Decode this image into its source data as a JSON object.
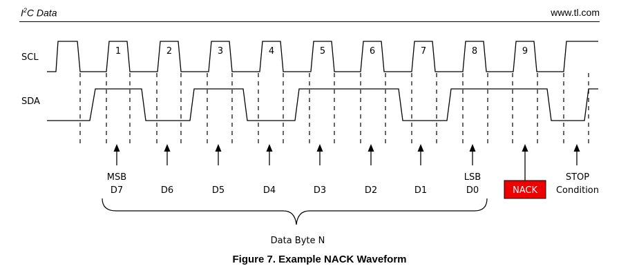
{
  "header": {
    "title_prefix": "I",
    "title_sup": "2",
    "title_rest": "C Data",
    "url": "www.tl.com"
  },
  "signals": {
    "scl": "SCL",
    "sda": "SDA"
  },
  "clock_numbers": [
    "1",
    "2",
    "3",
    "4",
    "5",
    "6",
    "7",
    "8",
    "9"
  ],
  "bits": [
    {
      "top": "MSB",
      "bottom": "D7"
    },
    {
      "top": "",
      "bottom": "D6"
    },
    {
      "top": "",
      "bottom": "D5"
    },
    {
      "top": "",
      "bottom": "D4"
    },
    {
      "top": "",
      "bottom": "D3"
    },
    {
      "top": "",
      "bottom": "D2"
    },
    {
      "top": "",
      "bottom": "D1"
    },
    {
      "top": "LSB",
      "bottom": "D0"
    }
  ],
  "nack": {
    "label": "NACK",
    "color": "#ee0000"
  },
  "stop": {
    "line1": "STOP",
    "line2": "Condition"
  },
  "byte_label": "Data Byte N",
  "caption": "Figure 7. Example NACK Waveform",
  "sda_levels": [
    {
      "segment": "start",
      "level": "low"
    },
    {
      "segment": "D7",
      "level": "high"
    },
    {
      "segment": "D6",
      "level": "low"
    },
    {
      "segment": "D5",
      "level": "high"
    },
    {
      "segment": "D4",
      "level": "low"
    },
    {
      "segment": "D3",
      "level": "high"
    },
    {
      "segment": "D2",
      "level": "high"
    },
    {
      "segment": "D1",
      "level": "low"
    },
    {
      "segment": "D0",
      "level": "high"
    },
    {
      "segment": "NACK",
      "level": "high"
    },
    {
      "segment": "pre-stop",
      "level": "low"
    },
    {
      "segment": "stop",
      "level": "high"
    }
  ]
}
